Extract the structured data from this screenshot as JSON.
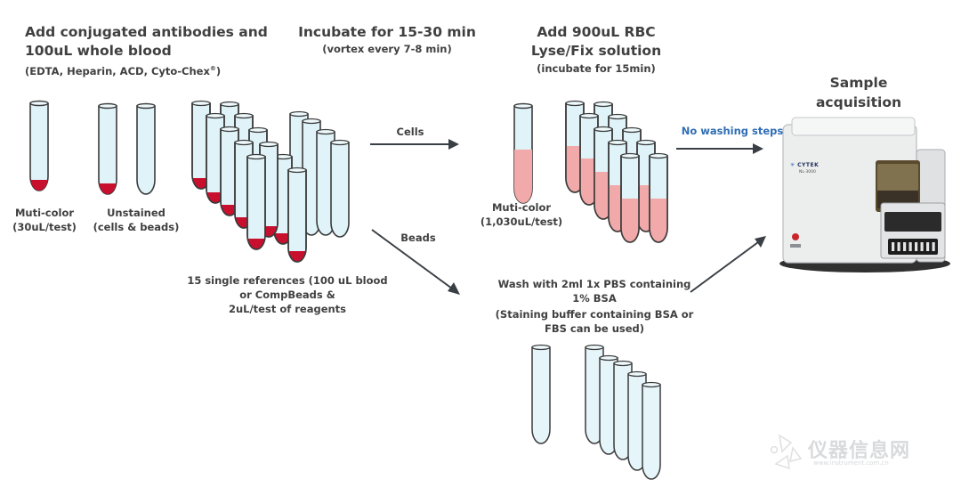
{
  "step1": {
    "title_line1": "Add conjugated antibodies and",
    "title_line2": "100uL whole blood",
    "sub_prefix": "(EDTA, Heparin, ACD, Cyto-Chex",
    "sub_sup": "®",
    "sub_suffix": ")"
  },
  "step2": {
    "title": "Incubate for 15-30 min",
    "sub": "(vortex every 7-8 min)"
  },
  "step3": {
    "title_line1": "Add 900uL RBC",
    "title_line2": "Lyse/Fix solution",
    "sub": "(incubate for 15min)"
  },
  "step4": {
    "title_line1": "Sample",
    "title_line2": "acquisition"
  },
  "labels": {
    "multicolor_1": "Muti-color",
    "multicolor_1_vol": "(30uL/test)",
    "unstained_1": "Unstained",
    "unstained_2": "(cells & beads)",
    "refs_1": "15 single references (100 uL blood",
    "refs_2": "or CompBeads &",
    "refs_3": "2uL/test of reagents",
    "cells_arrow": "Cells",
    "beads_arrow": "Beads",
    "multicolor_2": "Muti-color",
    "multicolor_2_vol": "(1,030uL/test)",
    "no_wash": "No washing steps",
    "wash_1": "Wash with 2ml 1x PBS containing",
    "wash_2": "1% BSA",
    "wash_3": "(Staining buffer containing BSA or",
    "wash_4": "FBS can be used)"
  },
  "instrument": {
    "brand": "CYTEK",
    "model": "NL-3000"
  },
  "watermark": {
    "text": "仪器信息网",
    "url": "www.instrument.com.cn"
  },
  "colors": {
    "blood": "#c8102e",
    "lysed": "#f2a9a9",
    "tube_fill": "#dff3f9",
    "no_wash_text": "#2f6db5",
    "text": "#404040"
  }
}
